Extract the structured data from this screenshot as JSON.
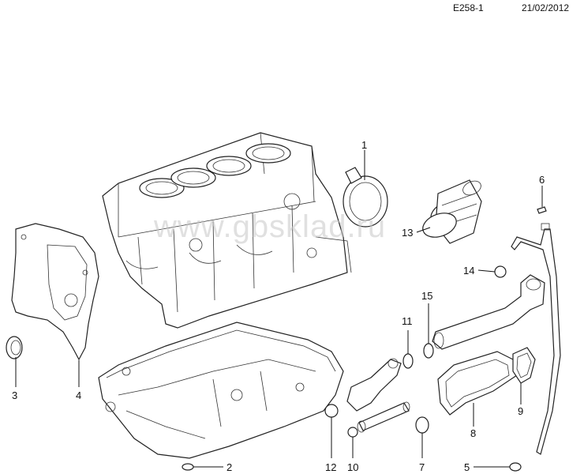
{
  "header": {
    "code": "E258-1",
    "date": "21/02/2012"
  },
  "watermark": "www.gbsklad.ru",
  "callouts": [
    {
      "id": "1",
      "label": "1"
    },
    {
      "id": "2",
      "label": "2"
    },
    {
      "id": "3",
      "label": "3"
    },
    {
      "id": "4",
      "label": "4"
    },
    {
      "id": "5",
      "label": "5"
    },
    {
      "id": "6",
      "label": "6"
    },
    {
      "id": "7",
      "label": "7"
    },
    {
      "id": "8",
      "label": "8"
    },
    {
      "id": "9",
      "label": "9"
    },
    {
      "id": "10",
      "label": "10"
    },
    {
      "id": "11",
      "label": "11"
    },
    {
      "id": "12",
      "label": "12"
    },
    {
      "id": "13",
      "label": "13"
    },
    {
      "id": "14",
      "label": "14"
    },
    {
      "id": "15",
      "label": "15"
    }
  ],
  "colors": {
    "line": "#111111",
    "watermark": "#c8c8c8"
  }
}
